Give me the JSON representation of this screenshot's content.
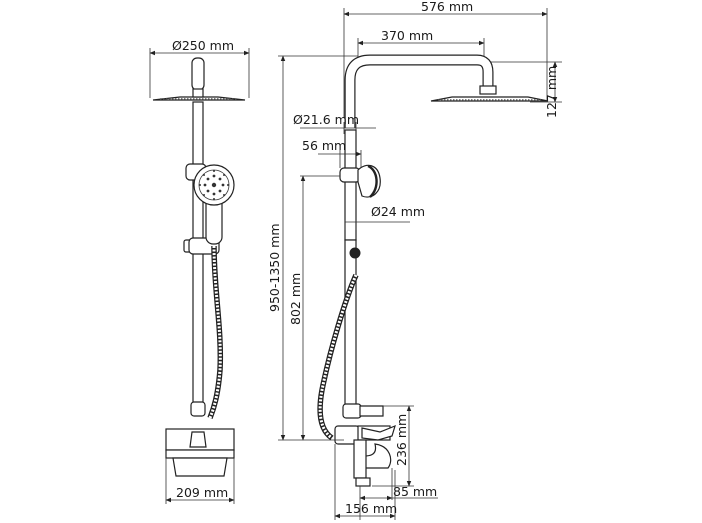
{
  "drawing": {
    "dimensions": {
      "head_diameter": "Ø250 mm",
      "base_width": "209 mm",
      "overall_depth": "576 mm",
      "arm_length": "370 mm",
      "head_drop": "127 mm",
      "pipe_diameter": "Ø21.6 mm",
      "holder_offset": "56 mm",
      "rail_diameter": "Ø24 mm",
      "height_range": "950-1350 mm",
      "holder_height": "802 mm",
      "mixer_height": "236 mm",
      "spout_depth": "85 mm",
      "mixer_depth": "156 mm"
    }
  }
}
